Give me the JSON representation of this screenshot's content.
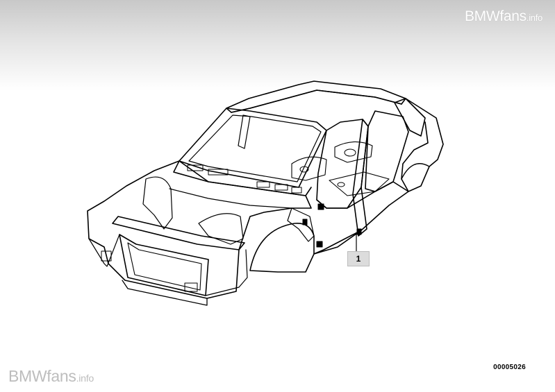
{
  "watermark": {
    "brand": "BMWfans",
    "suffix": ".info"
  },
  "diagram": {
    "part_number": "00005026",
    "callouts": [
      {
        "label": "1"
      }
    ],
    "line_color": "#000000",
    "callout_fill": "#dcdcdc"
  }
}
